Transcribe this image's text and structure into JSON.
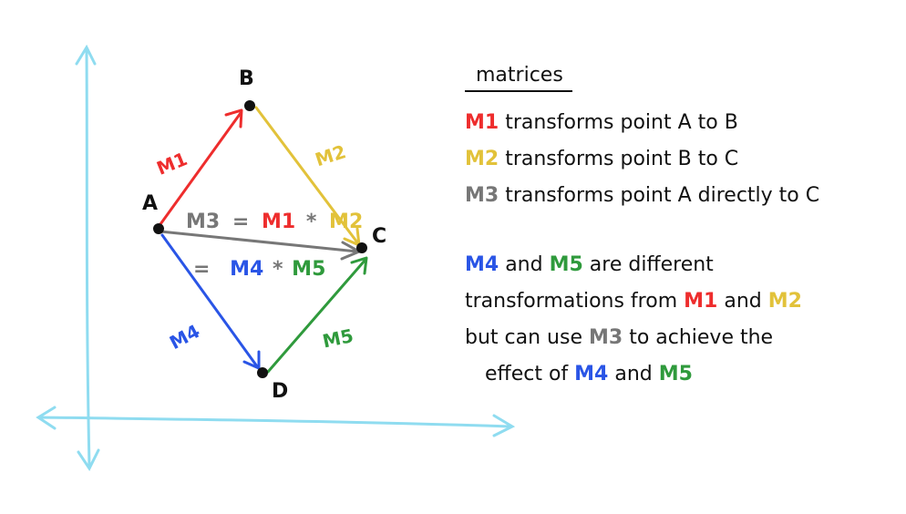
{
  "colors": {
    "axis": "#8fdcf0",
    "m1": "#ee2d2d",
    "m2": "#e2c23a",
    "m3": "#777777",
    "m4": "#2a55e6",
    "m5": "#2f9a3c",
    "ink": "#111111"
  },
  "points": {
    "a": "A",
    "b": "B",
    "c": "C",
    "d": "D"
  },
  "edges": {
    "m1": "M1",
    "m2": "M2",
    "m4": "M4",
    "m5": "M5"
  },
  "equation": {
    "line1": {
      "m3": "M3",
      "eq": "=",
      "m1": "M1",
      "star": "*",
      "m2": "M2"
    },
    "line2": {
      "eq": "=",
      "m4": "M4",
      "star": "*",
      "m5": "M5"
    }
  },
  "notes": {
    "heading": "matrices",
    "rows": [
      {
        "matrix": "M1",
        "text": "transforms point A to B"
      },
      {
        "matrix": "M2",
        "text": "transforms point B to C"
      },
      {
        "matrix": "M3",
        "text": "transforms point A directly to C"
      }
    ],
    "para": {
      "l1_m4": "M4",
      "l1_and": "and",
      "l1_m5": "M5",
      "l1_rest": "are different",
      "l2_text": "transformations from",
      "l2_m1": "M1",
      "l2_and": "and",
      "l2_m2": "M2",
      "l3_text": "but can use",
      "l3_m3": "M3",
      "l3_rest": "to achieve the",
      "l4_text": "effect of",
      "l4_m4": "M4",
      "l4_and": "and",
      "l4_m5": "M5"
    }
  }
}
